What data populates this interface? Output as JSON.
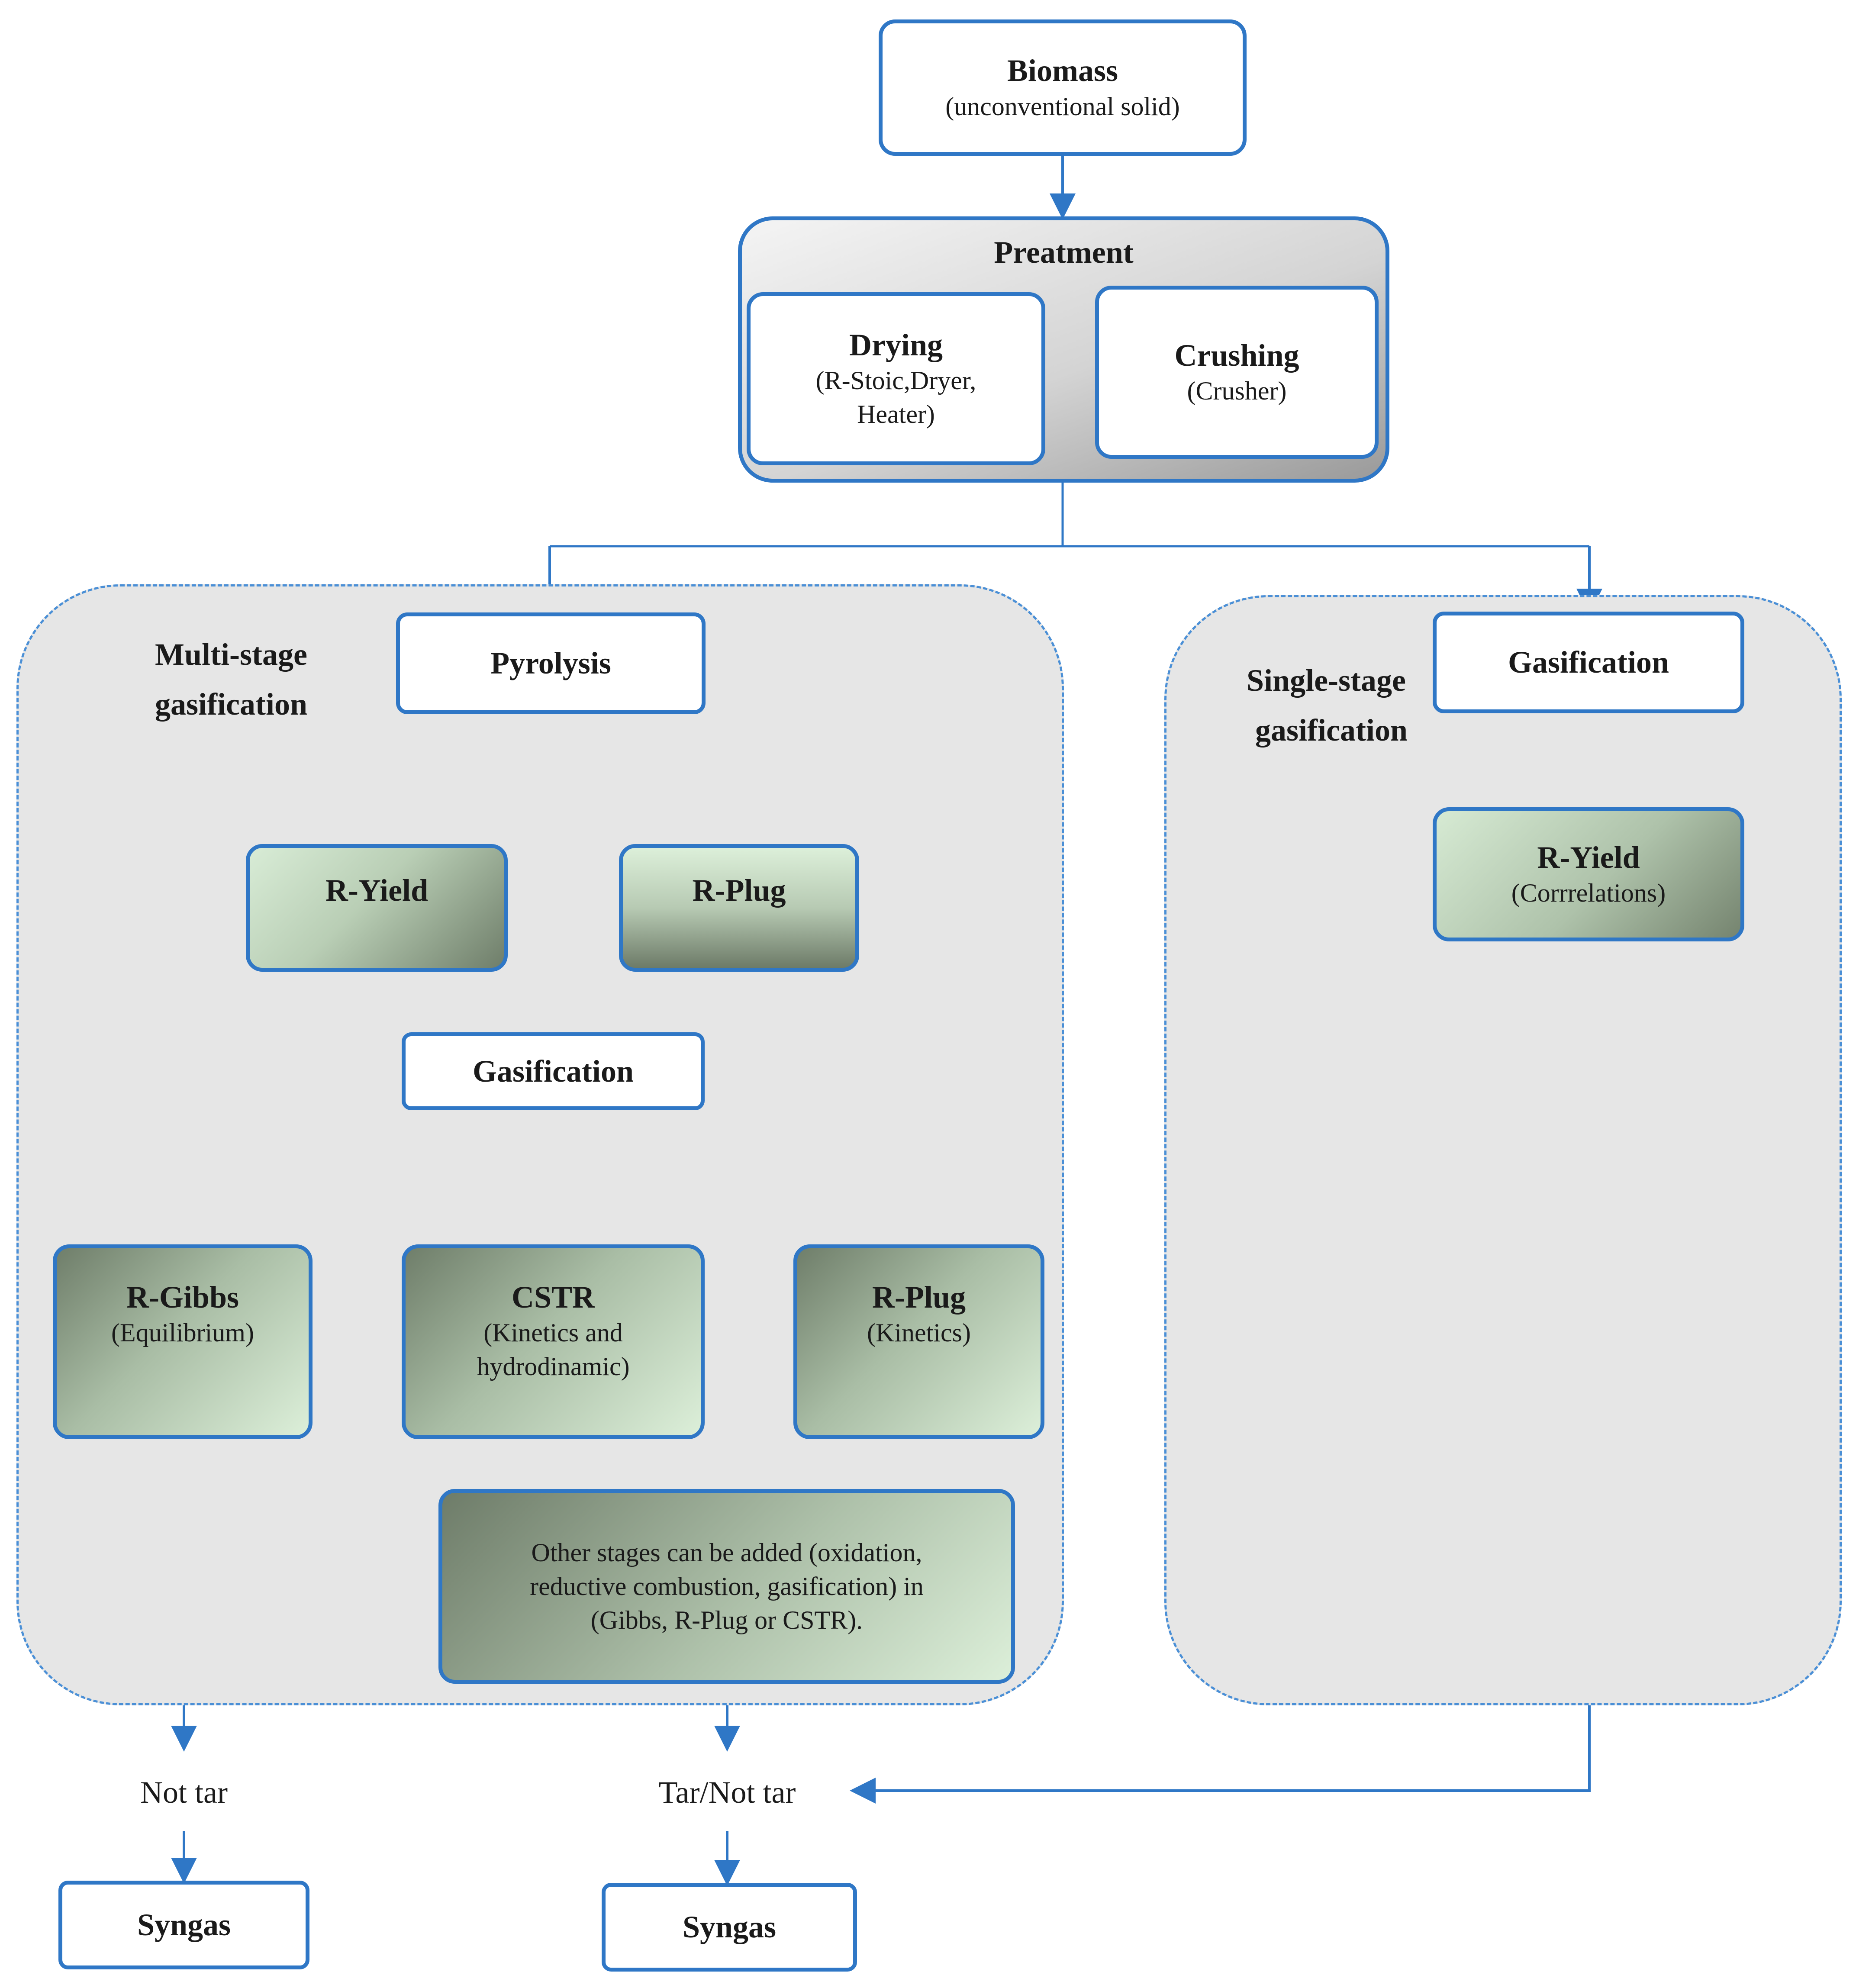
{
  "biomass": {
    "title": "Biomass",
    "subtitle": "(unconventional solid)"
  },
  "pretreatment": {
    "title": "Preatment",
    "drying": {
      "title": "Drying",
      "subtitle_line1": "(R-Stoic,Dryer,",
      "subtitle_line2": "Heater)"
    },
    "crushing": {
      "title": "Crushing",
      "subtitle": "(Crusher)"
    }
  },
  "multi_stage": {
    "label_line1": "Multi-stage",
    "label_line2": "gasification",
    "pyrolysis": "Pyrolysis",
    "r_yield": "R-Yield",
    "r_plug": "R-Plug",
    "gasification": "Gasification",
    "r_gibbs": {
      "title": "R-Gibbs",
      "subtitle": "(Equilibrium)"
    },
    "cstr": {
      "title": "CSTR",
      "subtitle_line1": "(Kinetics and",
      "subtitle_line2": "hydrodinamic)"
    },
    "r_plug_kinetics": {
      "title": "R-Plug",
      "subtitle": "(Kinetics)"
    },
    "other_stages": {
      "line1": "Other stages can be added  (oxidation,",
      "line2": "reductive combustion, gasification) in",
      "line3": "(Gibbs, R-Plug or CSTR)."
    }
  },
  "single_stage": {
    "label_line1": "Single-stage",
    "label_line2": "gasification",
    "gasification": "Gasification",
    "r_yield": {
      "title": "R-Yield",
      "subtitle": "(Corrrelations)"
    }
  },
  "outputs": {
    "not_tar": "Not tar",
    "tar_not_tar": "Tar/Not tar",
    "syngas_left": "Syngas",
    "syngas_right": "Syngas"
  },
  "colors": {
    "border": "#2f77c6",
    "arrow": "#2f77c6",
    "panel": "#e6e6e6"
  }
}
